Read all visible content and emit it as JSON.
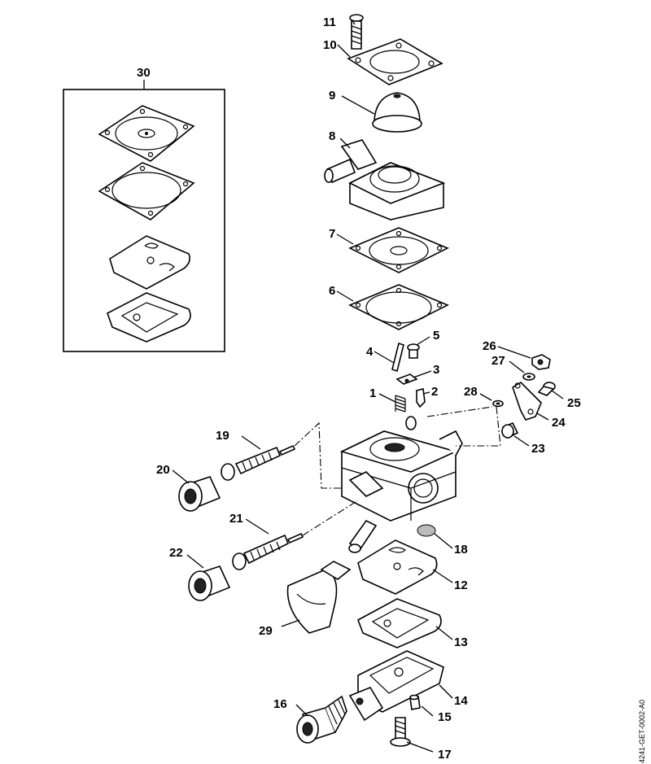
{
  "labels": {
    "p1": "1",
    "p2": "2",
    "p3": "3",
    "p4": "4",
    "p5": "5",
    "p6": "6",
    "p7": "7",
    "p8": "8",
    "p9": "9",
    "p10": "10",
    "p11": "11",
    "p12": "12",
    "p13": "13",
    "p14": "14",
    "p15": "15",
    "p16": "16",
    "p17": "17",
    "p18": "18",
    "p19": "19",
    "p20": "20",
    "p21": "21",
    "p22": "22",
    "p23": "23",
    "p24": "24",
    "p25": "25",
    "p26": "26",
    "p27": "27",
    "p28": "28",
    "p29": "29",
    "p30": "30"
  },
  "drawing_code": "4241-GET-0002-A0"
}
